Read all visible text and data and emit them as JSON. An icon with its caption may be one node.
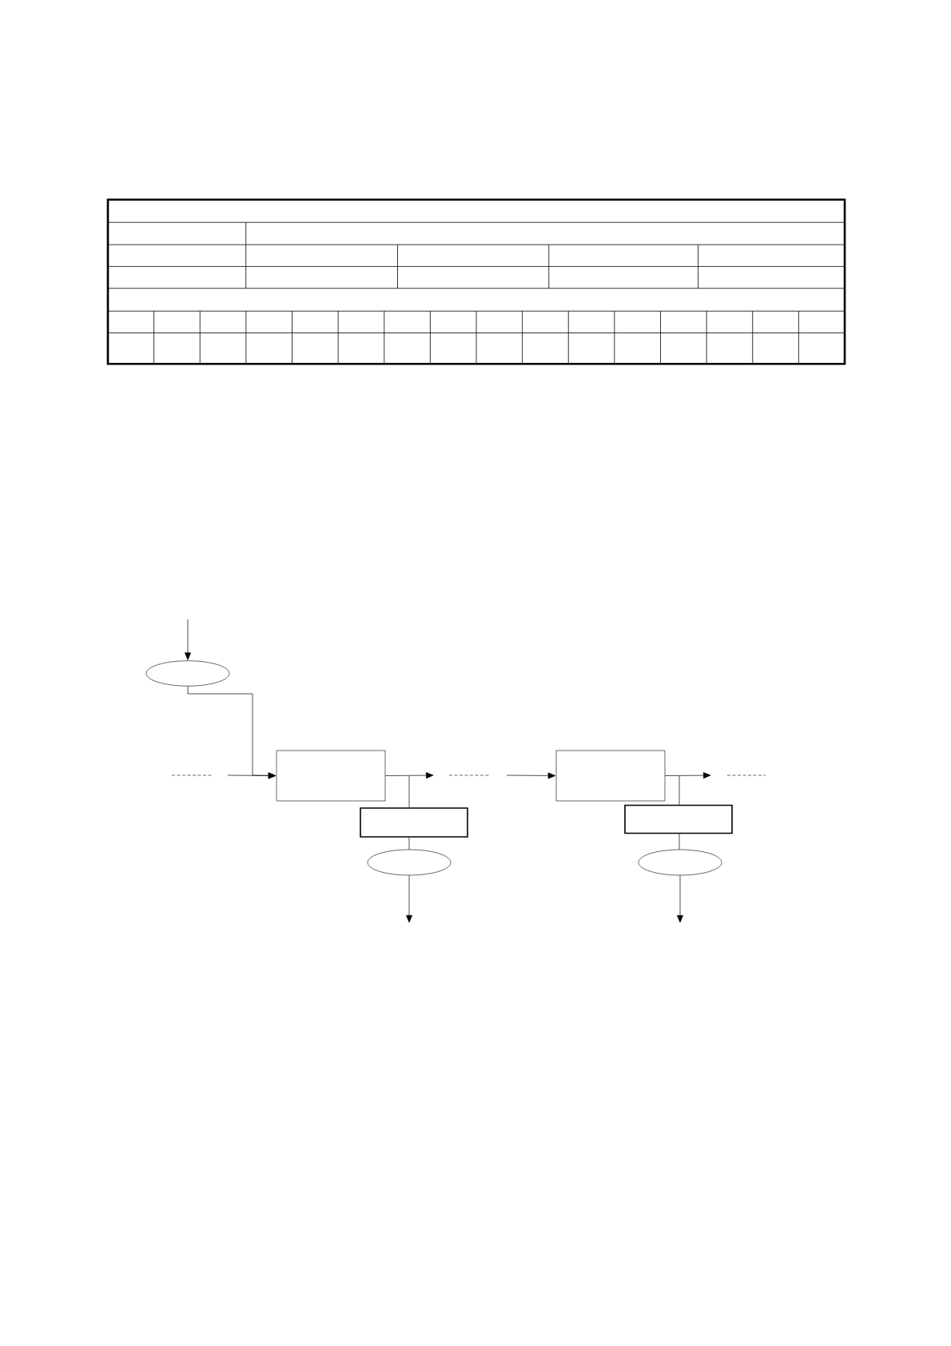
{
  "diagram": {
    "nodes": [
      {
        "text": [],
        "shape": "ellipse"
      },
      {
        "text": [],
        "shape": "box"
      },
      {
        "text": [],
        "shape": "box"
      },
      {
        "text": [],
        "shape": "ellipse"
      },
      {
        "text": [],
        "shape": "box"
      },
      {
        "text": [],
        "shape": "box"
      },
      {
        "text": [],
        "shape": "ellipse"
      }
    ],
    "edges": [
      {
        "from": null,
        "to": 0,
        "arrow": "to"
      },
      {
        "from": 0,
        "to": 1,
        "arrow": "to"
      },
      {
        "from": null,
        "to": 1,
        "arrow": "to"
      },
      {
        "from": 1,
        "to": null,
        "arrow": "to"
      },
      {
        "from": 1,
        "to": 2,
        "arrow": "none"
      },
      {
        "from": 2,
        "to": 3,
        "arrow": "none"
      },
      {
        "from": 3,
        "to": null,
        "arrow": "to"
      },
      {
        "from": null,
        "to": 4,
        "arrow": "to"
      },
      {
        "from": 4,
        "to": null,
        "arrow": "to"
      },
      {
        "from": 4,
        "to": 5,
        "arrow": "none"
      },
      {
        "from": 5,
        "to": 6,
        "arrow": "none"
      },
      {
        "from": 6,
        "to": null,
        "arrow": "to"
      }
    ]
  }
}
